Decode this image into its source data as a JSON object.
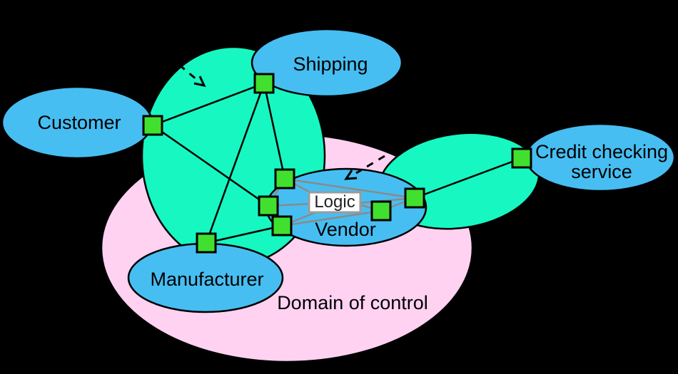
{
  "title": "Web services choreography and orchestration diagram",
  "colors": {
    "background": "#000000",
    "service_blue": "#47bef2",
    "choreography_teal": "#17f7c1",
    "domain_pink": "#ffd2f2",
    "node_green": "#41e02f",
    "link_gray": "#8a8a8a",
    "logic_box_bg": "#ffffff",
    "logic_box_border": "#9b9b9b"
  },
  "labels": {
    "customer": "Customer",
    "shipping": "Shipping",
    "manufacturer": "Manufacturer",
    "vendor": "Vendor",
    "credit_line1": "Credit checking",
    "credit_line2": "service",
    "domain": "Domain of control",
    "logic": "Logic"
  },
  "nodes": [
    "customer-port",
    "shipping-port",
    "manufacturer-port",
    "vendor-port-top-left",
    "vendor-port-left",
    "vendor-port-bottom-left",
    "vendor-port-inner-right",
    "vendor-port-right",
    "credit-checking-port"
  ],
  "choreography_links": [
    [
      "customer",
      "shipping"
    ],
    [
      "customer",
      "vendor"
    ],
    [
      "shipping",
      "manufacturer"
    ],
    [
      "shipping",
      "vendor"
    ],
    [
      "manufacturer",
      "vendor"
    ],
    [
      "vendor",
      "credit checking service"
    ]
  ],
  "orchestration_links": [
    [
      "vendor-port-top-left",
      "vendor-port-left"
    ],
    [
      "vendor-port-left",
      "vendor-port-bottom-left"
    ],
    [
      "vendor-port-top-left",
      "logic"
    ],
    [
      "vendor-port-left",
      "logic"
    ],
    [
      "vendor-port-bottom-left",
      "logic"
    ],
    [
      "vendor-port-bottom-left",
      "vendor-port-inner-right"
    ],
    [
      "vendor-port-inner-right",
      "logic"
    ],
    [
      "vendor-port-inner-right",
      "vendor-port-right"
    ],
    [
      "vendor-port-top-left",
      "vendor-port-right"
    ],
    [
      "vendor-port-right",
      "logic"
    ]
  ]
}
